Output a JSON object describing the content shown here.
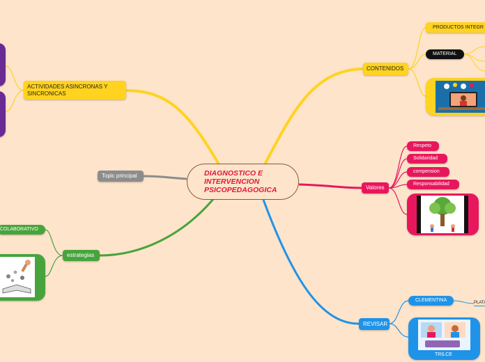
{
  "central": {
    "title": "DIAGNOSTICO E INTERVENCION PSICOPEDAGOGICA"
  },
  "branches": {
    "contenidos": {
      "label": "CONTENIDOS",
      "children": [
        "PRODUCTOS INTEGR",
        "MATERIAL"
      ]
    },
    "valores": {
      "label": "Valores",
      "children": [
        "Respeto",
        "Solidaridad",
        "compension",
        "Responsabilidad"
      ]
    },
    "revisar": {
      "label": "REVISAR",
      "children": [
        "CLEMENTINA",
        "PLATA"
      ],
      "image_caption": "TRILCE"
    },
    "actividades": {
      "label": "ACTIVIDADES ASINCRONAS Y SINCRONICAS"
    },
    "topic": {
      "label": "Topic principal"
    },
    "estrategias": {
      "label": "estrategias",
      "children": [
        "COLABORATIVO"
      ]
    }
  },
  "colors": {
    "background": "#fde4cb",
    "central_text": "#e0183b",
    "yellow": "#ffd31f",
    "pink": "#e8175d",
    "blue": "#1f93e8",
    "green": "#47a43c",
    "gray": "#8c8c8c",
    "purple": "#6a2a94"
  }
}
